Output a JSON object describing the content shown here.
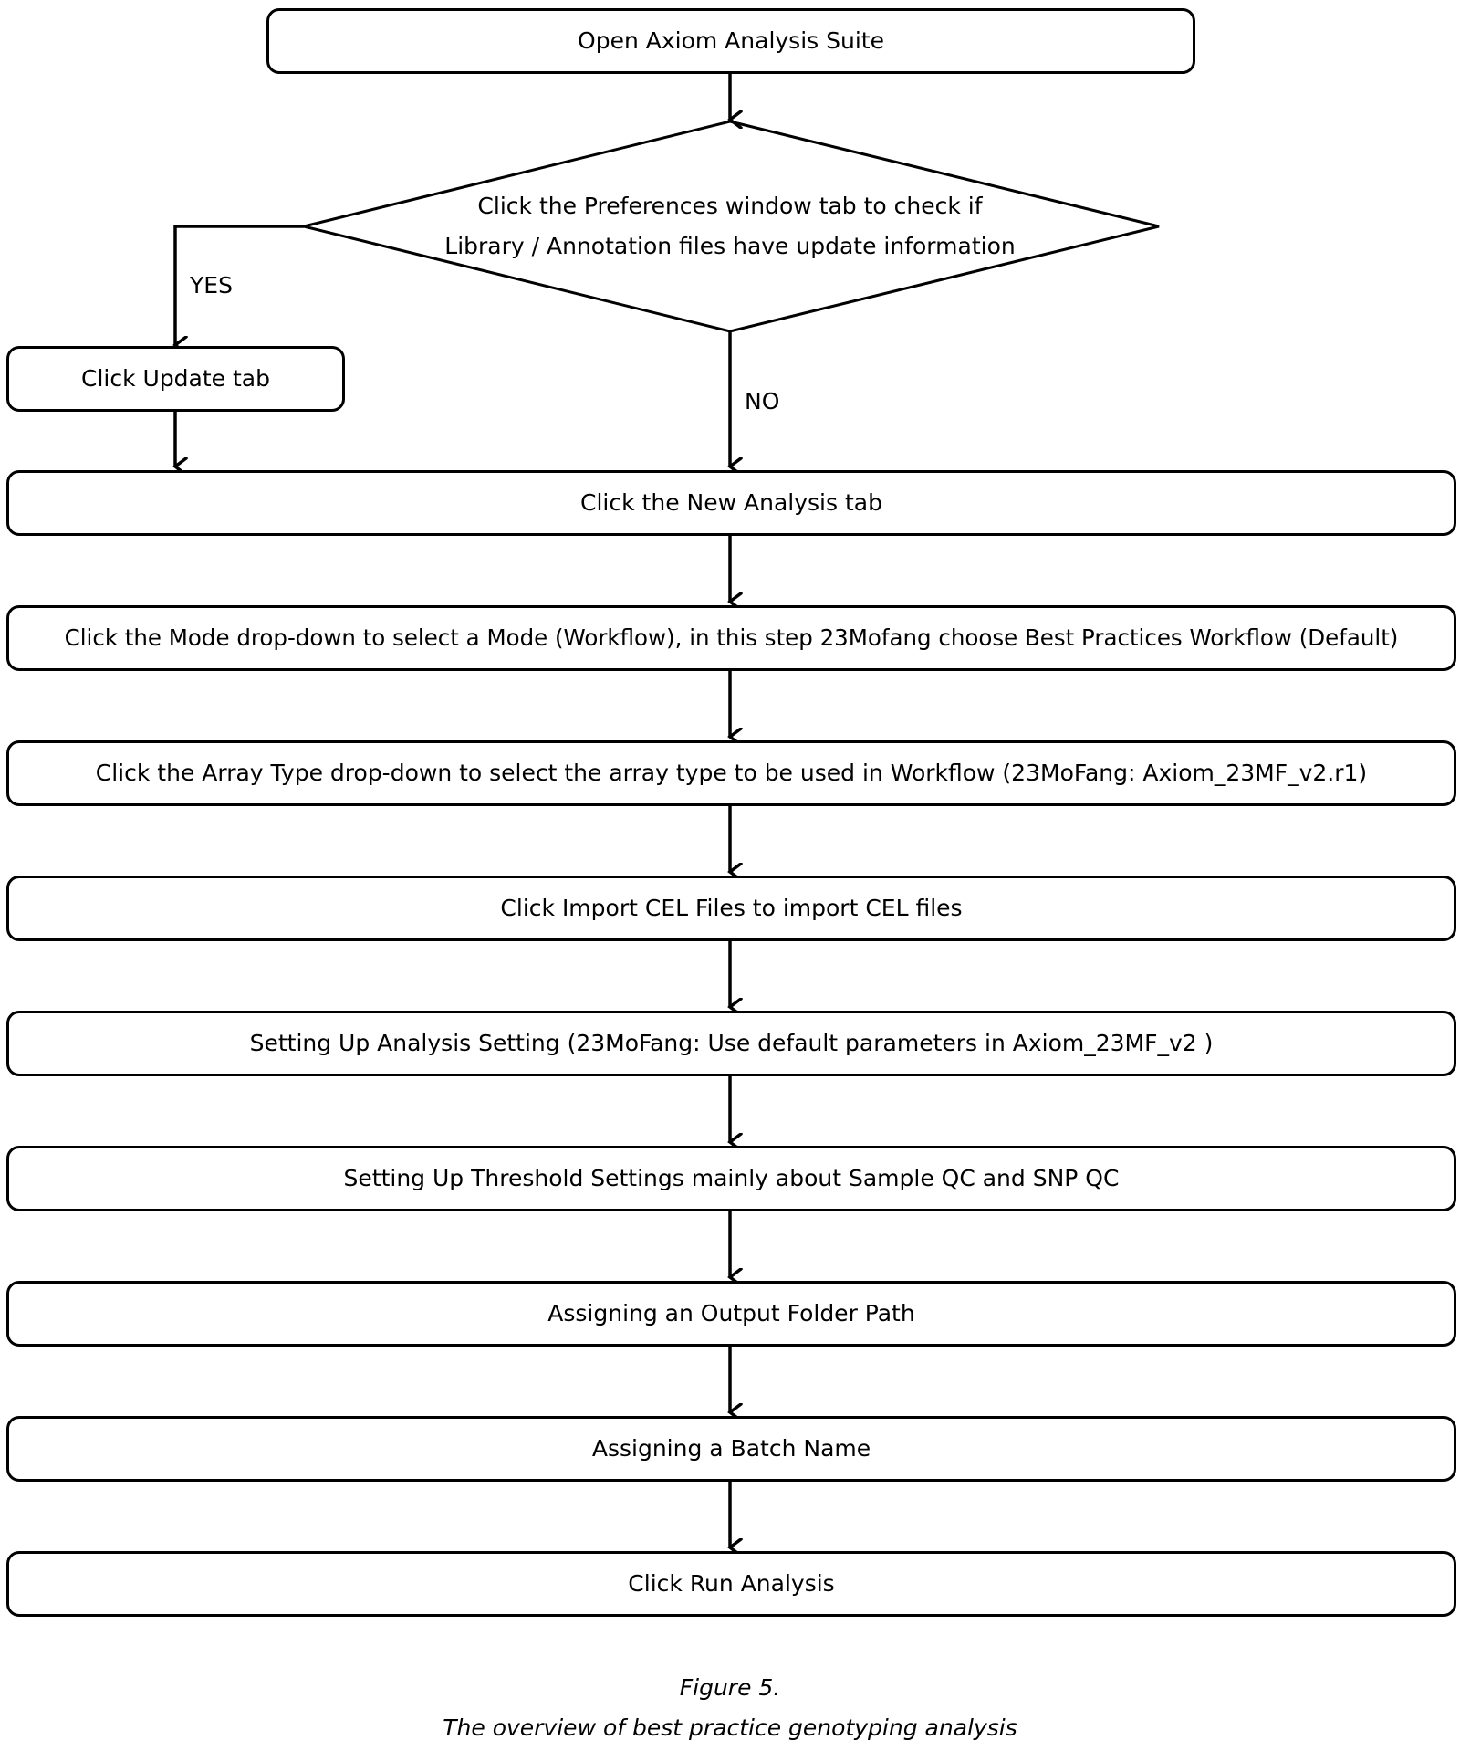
{
  "flowchart": {
    "start": "Open Axiom Analysis Suite",
    "decision": {
      "line1": "Click the Preferences window tab to check if",
      "line2": "Library / Annotation files have update information"
    },
    "yes_label": "YES",
    "no_label": "NO",
    "update_step": "Click Update tab",
    "steps": [
      "Click the New Analysis tab",
      "Click the Mode drop-down to select a Mode (Workflow), in this step 23Mofang choose Best Practices Workflow (Default)",
      "Click the Array Type drop-down to select the array type to be used in Workflow (23MoFang: Axiom_23MF_v2.r1)",
      "Click Import CEL Files to import CEL files",
      "Setting Up Analysis Setting (23MoFang: Use default parameters in Axiom_23MF_v2 )",
      "Setting Up Threshold Settings mainly about Sample QC and SNP QC",
      "Assigning an Output Folder Path",
      "Assigning a Batch Name",
      "Click Run Analysis"
    ]
  },
  "caption": {
    "figure": "Figure 5.",
    "text": "The overview of best practice genotyping analysis"
  }
}
